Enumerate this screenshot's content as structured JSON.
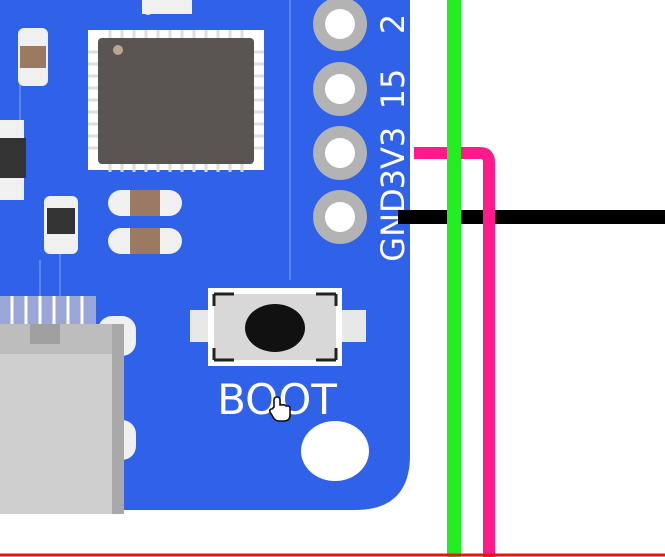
{
  "canvas": {
    "board_color": "#2f62e8",
    "background": "#ffffff"
  },
  "pins": [
    {
      "id": "pin-2",
      "label": "2"
    },
    {
      "id": "pin-15",
      "label": "15"
    },
    {
      "id": "pin-3v3",
      "label": "3V3"
    },
    {
      "id": "pin-gnd",
      "label": "GND"
    }
  ],
  "boot_button": {
    "label": "BOOT"
  },
  "wires": [
    {
      "name": "green-wire",
      "color": "#22ee22"
    },
    {
      "name": "magenta-wire",
      "color": "#ff1a8c"
    },
    {
      "name": "black-wire",
      "color": "#000000"
    },
    {
      "name": "red-wire",
      "color": "#ee1111"
    }
  ],
  "cursor": {
    "icon": "hand-pointer-icon"
  }
}
